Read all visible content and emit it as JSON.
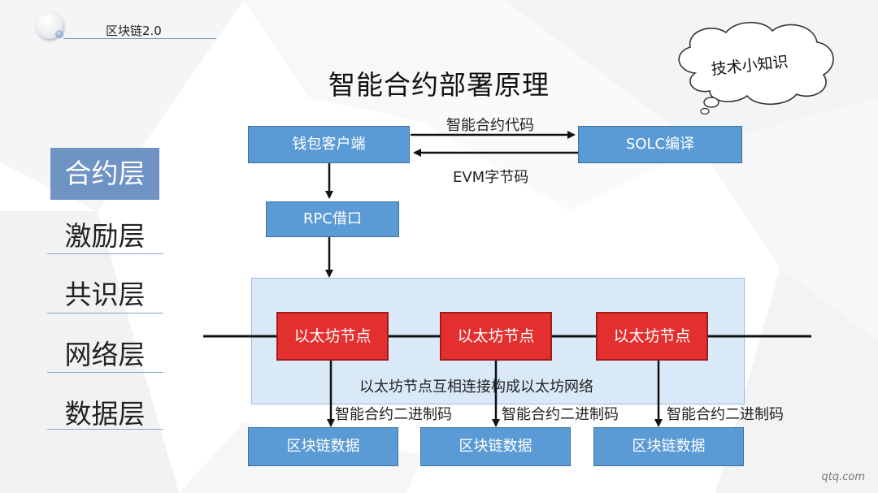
{
  "header": {
    "title": "区块链2.0"
  },
  "slide_title": "智能合约部署原理",
  "cloud": {
    "label": "技术小知识"
  },
  "layers": [
    "合约层",
    "激励层",
    "共识层",
    "网络层",
    "数据层"
  ],
  "diagram": {
    "wallet": "钱包客户端",
    "solc": "SOLC编译",
    "rpc": "RPC借口",
    "code_label": "智能合约代码",
    "bytecode_label": "EVM字节码",
    "nodes": [
      "以太坊节点",
      "以太坊节点",
      "以太坊节点"
    ],
    "network_label": "以太坊节点互相连接构成以太坊网络",
    "binary_labels": [
      "智能合约二进制码",
      "智能合约二进制码",
      "智能合约二进制码"
    ],
    "data_boxes": [
      "区块链数据",
      "区块链数据",
      "区块链数据"
    ]
  },
  "footer": {
    "watermark": "qtq.com"
  },
  "colors": {
    "blue_box": "#5b9bd5",
    "red_box": "#e3302f",
    "active_layer": "#6f93c3",
    "network_area": "#cce1f5"
  }
}
